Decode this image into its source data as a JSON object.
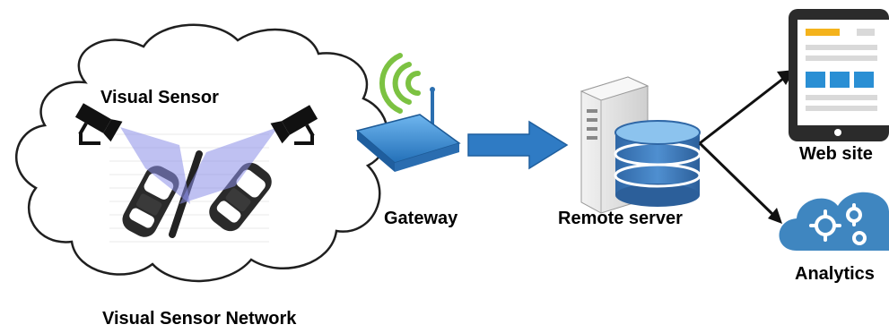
{
  "labels": {
    "visual_sensor": "Visual Sensor",
    "visual_sensor_network": "Visual Sensor Network",
    "gateway": "Gateway",
    "remote_server": "Remote server",
    "web_site": "Web site",
    "analytics": "Analytics"
  },
  "colors": {
    "cloud_stroke": "#1f1f1f",
    "sensor_fov": "#8a8ee8",
    "gateway_blue": "#2e86d4",
    "wifi_green": "#7cc242",
    "arrow_blue": "#2f7bc4",
    "server_gray": "#e0e0e0",
    "database_blue": "#3d78b8",
    "tablet_dark": "#2b2b2b",
    "analytics_cloud": "#3f86c0"
  },
  "icons": [
    "camera-icon",
    "car-icon",
    "router-icon",
    "wifi-icon",
    "server-icon",
    "database-icon",
    "tablet-icon",
    "gears-cloud-icon"
  ]
}
